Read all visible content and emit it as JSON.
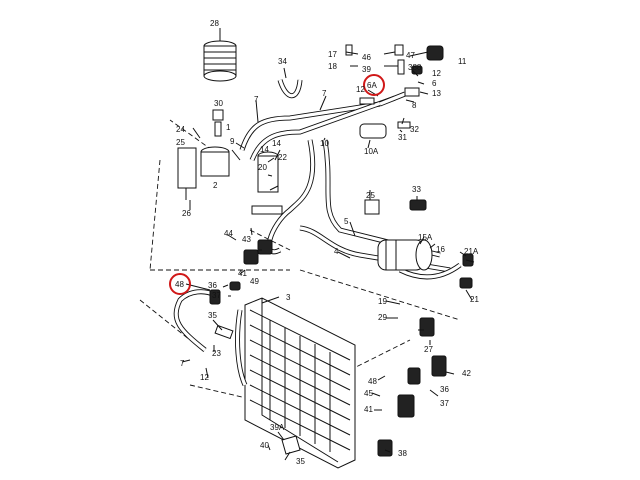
{
  "highlight_color": "#d01818",
  "labels": {
    "l28": "28",
    "l34": "34",
    "l17": "17",
    "l18": "18",
    "l46": "46",
    "l47": "47",
    "l39": "39",
    "l388": "388",
    "l11": "11",
    "l12a": "12",
    "l6a": "6A",
    "l6": "6",
    "l12b": "12",
    "l13": "13",
    "l8": "8",
    "l7a": "7",
    "l7b": "7",
    "l30": "30",
    "l24": "24",
    "l25a": "25",
    "l1": "1",
    "l9": "9",
    "l14a": "14",
    "l14b": "14",
    "l22": "22",
    "l20": "20",
    "l10a": "10",
    "l10b": "10A",
    "l31": "31",
    "l32": "32",
    "l2": "2",
    "l26": "26",
    "l33": "33",
    "l25b": "25",
    "l5": "5",
    "l4": "4",
    "l15a": "15A",
    "l16": "16",
    "l21a": "21A",
    "l21b": "21",
    "l44": "44",
    "l43": "43",
    "l41": "41",
    "l48": "48",
    "l36": "36",
    "l37": "37",
    "l49": "49",
    "l3": "3",
    "l19": "19",
    "l29": "29",
    "l35": "35",
    "l23": "23",
    "l27": "27",
    "l7c": "7",
    "l12c": "12",
    "l42": "42",
    "l45": "45",
    "l39a": "39A",
    "l40": "40",
    "l38": "38"
  },
  "circled_labels": [
    "48",
    "6A"
  ]
}
